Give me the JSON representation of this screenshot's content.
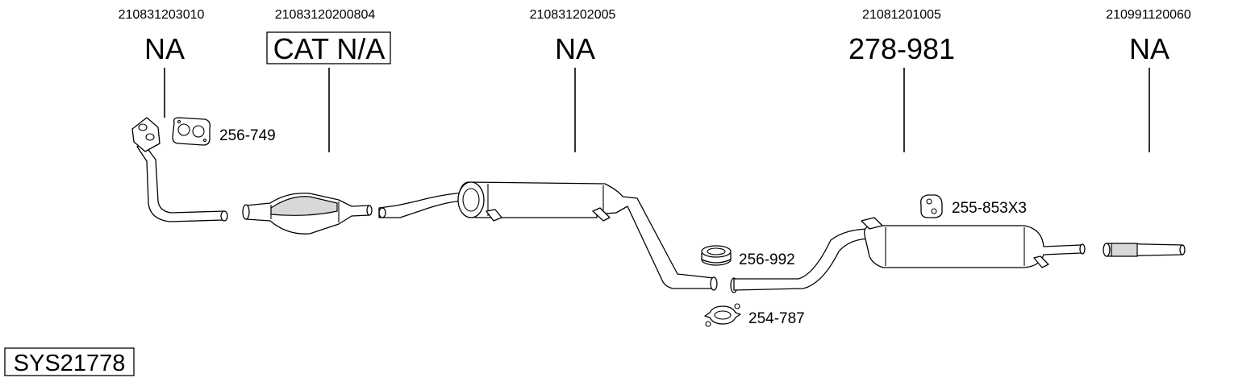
{
  "system_code": "SYS21778",
  "sections": [
    {
      "oem": "210831203010",
      "label": "NA",
      "boxed": false
    },
    {
      "oem": "2108312020080​4",
      "label": "CAT N/A",
      "boxed": true
    },
    {
      "oem": "210831202005",
      "label": "NA",
      "boxed": false
    },
    {
      "oem": "21081201005",
      "label": "278-981",
      "boxed": false
    },
    {
      "oem": "210991120060",
      "label": "NA",
      "boxed": false
    }
  ],
  "accessories": [
    {
      "ref": "256-749",
      "icon": "gasket-icon"
    },
    {
      "ref": "256-992",
      "icon": "sealing-ring-icon"
    },
    {
      "ref": "254-787",
      "icon": "clamp-icon"
    },
    {
      "ref": "255-853X3",
      "icon": "rubber-mount-icon"
    }
  ]
}
